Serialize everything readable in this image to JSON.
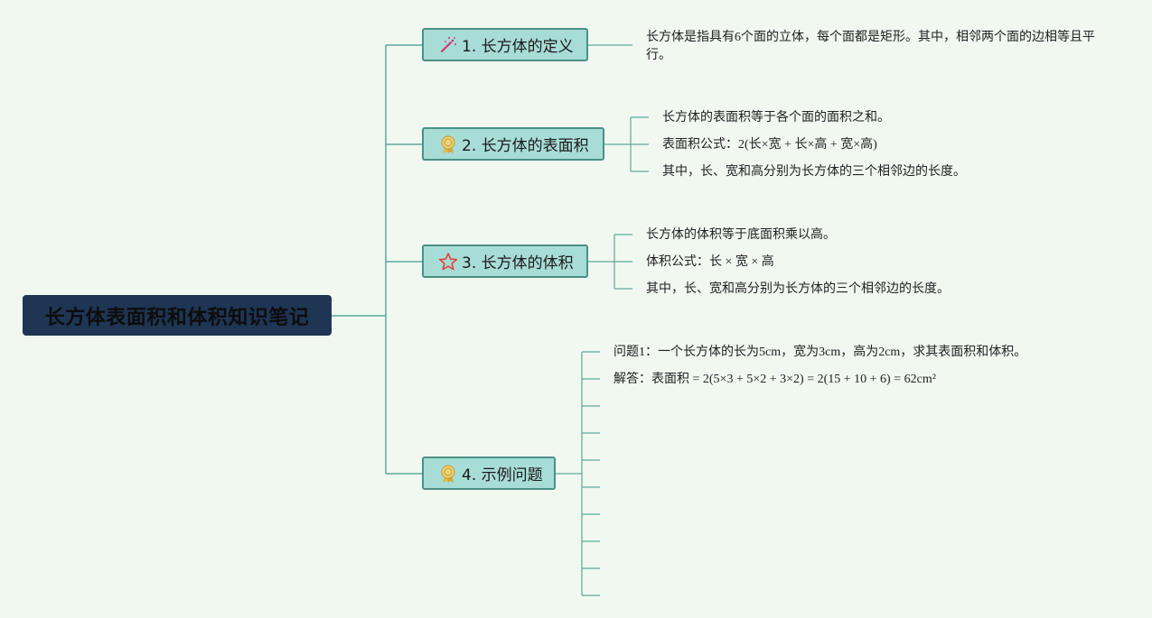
{
  "root": {
    "title": "长方体表面积和体积知识笔记"
  },
  "topics": [
    {
      "label": "1. 长方体的定义",
      "icon": "magic-wand-icon",
      "items": [
        "长方体是指具有6个面的立体，每个面都是矩形。其中，相邻两个面的边相等且平行。"
      ]
    },
    {
      "label": "2. 长方体的表面积",
      "icon": "award-ribbon-icon",
      "items": [
        "长方体的表面积等于各个面的面积之和。",
        "表面积公式：2(长×宽 + 长×高 + 宽×高)",
        "其中，长、宽和高分别为长方体的三个相邻边的长度。"
      ]
    },
    {
      "label": "3. 长方体的体积",
      "icon": "star-outline-icon",
      "items": [
        "长方体的体积等于底面积乘以高。",
        "体积公式：长 × 宽 × 高",
        "其中，长、宽和高分别为长方体的三个相邻边的长度。"
      ]
    },
    {
      "label": "4. 示例问题",
      "icon": "award-ribbon-icon",
      "items": [
        "问题1：一个长方体的长为5cm，宽为3cm，高为2cm，求其表面积和体积。",
        "解答：表面积 = 2(5×3 + 5×2 + 3×2) = 2(15 + 10 + 6) = 62cm²",
        "",
        "",
        "",
        "",
        "",
        "",
        "",
        ""
      ]
    }
  ],
  "colors": {
    "background": "#f0f8f0",
    "root_fill": "#1e3554",
    "topic_fill": "#a8dcd6",
    "topic_border": "#4b9086",
    "connector": "#5fa89a"
  }
}
